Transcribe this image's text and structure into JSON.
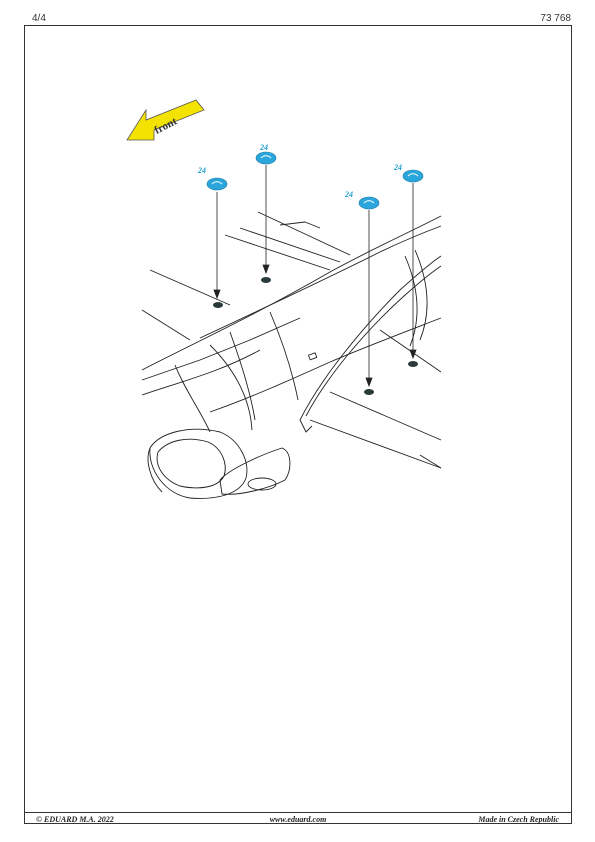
{
  "header": {
    "page": "4/4",
    "kit_number": "73 768"
  },
  "front_arrow": {
    "label": "front",
    "color": "#f4e200"
  },
  "callouts": [
    {
      "number": "24",
      "color": "#1e9fd0"
    },
    {
      "number": "24",
      "color": "#1e9fd0"
    },
    {
      "number": "24",
      "color": "#1e9fd0"
    },
    {
      "number": "24",
      "color": "#1e9fd0"
    }
  ],
  "footer": {
    "copyright": "© EDUARD  M.A. 2022",
    "website": "www.eduard.com",
    "origin": "Made in Czech Republic"
  }
}
